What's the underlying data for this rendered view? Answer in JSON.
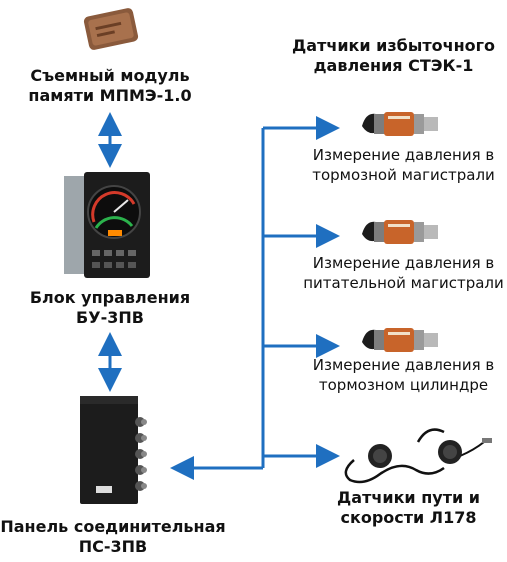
{
  "memory_module": {
    "line1": "Съемный модуль",
    "line2": "памяти МПМЭ-1.0"
  },
  "control_unit": {
    "line1": "Блок управления",
    "line2": "БУ-3ПВ"
  },
  "connection_panel": {
    "line1": "Панель соединительная",
    "line2": "ПС-3ПВ"
  },
  "pressure_sensors_title": {
    "line1": "Датчики избыточного",
    "line2": "давления СТЭК-1"
  },
  "sensor_brake_line": {
    "line1": "Измерение давления в",
    "line2": "тормозной магистрали"
  },
  "sensor_feed_line": {
    "line1": "Измерение давления в",
    "line2": "питательной магистрали"
  },
  "sensor_brake_cylinder": {
    "line1": "Измерение давления в",
    "line2": "тормозном цилиндре"
  },
  "speed_sensors": {
    "line1": "Датчики пути и",
    "line2": "скорости Л178"
  },
  "colors": {
    "arrow": "#1f6fc0",
    "sensor_body": "#c8642a",
    "device_dark": "#1c1c1c"
  }
}
